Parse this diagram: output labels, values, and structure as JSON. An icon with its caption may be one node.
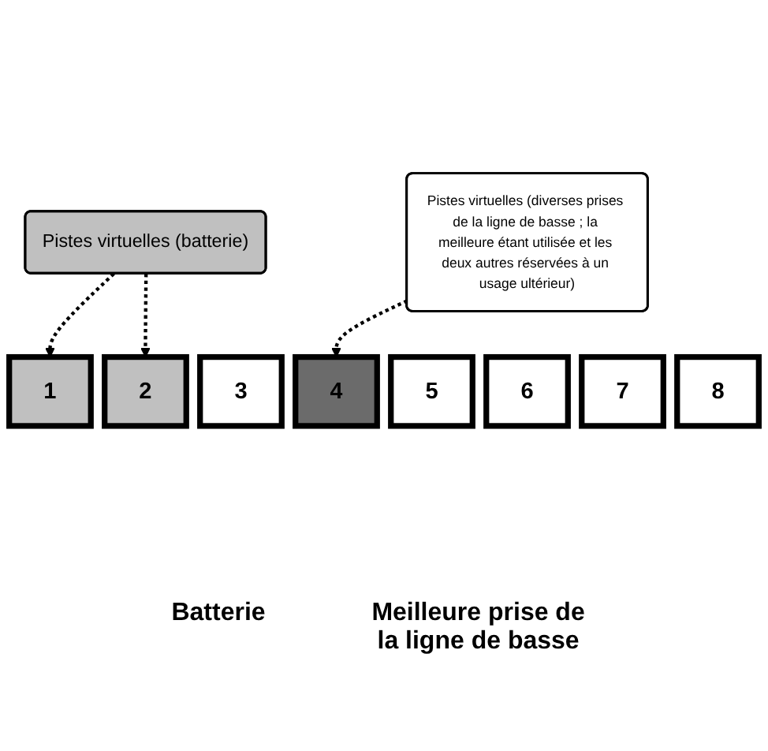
{
  "diagram": {
    "nodes": [
      {
        "text": [
          "Pistes virtuelles (diverses prises de la ligne de basse ; la meilleure étant utilisée et les deux autres réservées à un usage ultérieur)"
        ]
      },
      {
        "text": [
          "Pistes virtuelles (batterie)"
        ]
      },
      {
        "text": [
          "1"
        ]
      },
      {
        "text": [
          "2"
        ]
      },
      {
        "text": [
          "3"
        ]
      },
      {
        "text": [
          "4"
        ]
      },
      {
        "text": [
          "5"
        ]
      },
      {
        "text": [
          "6"
        ]
      },
      {
        "text": [
          "7"
        ]
      },
      {
        "text": [
          "8"
        ]
      }
    ],
    "edges": [
      {
        "from": 1,
        "to": 2,
        "arrow": "to",
        "style": "dashed"
      },
      {
        "from": 1,
        "to": 3,
        "arrow": "to",
        "style": "dashed"
      },
      {
        "from": 0,
        "to": 5,
        "arrow": "to",
        "style": "dashed"
      }
    ],
    "labels": [
      "Batterie",
      "Meilleure prise de la ligne de basse"
    ]
  }
}
